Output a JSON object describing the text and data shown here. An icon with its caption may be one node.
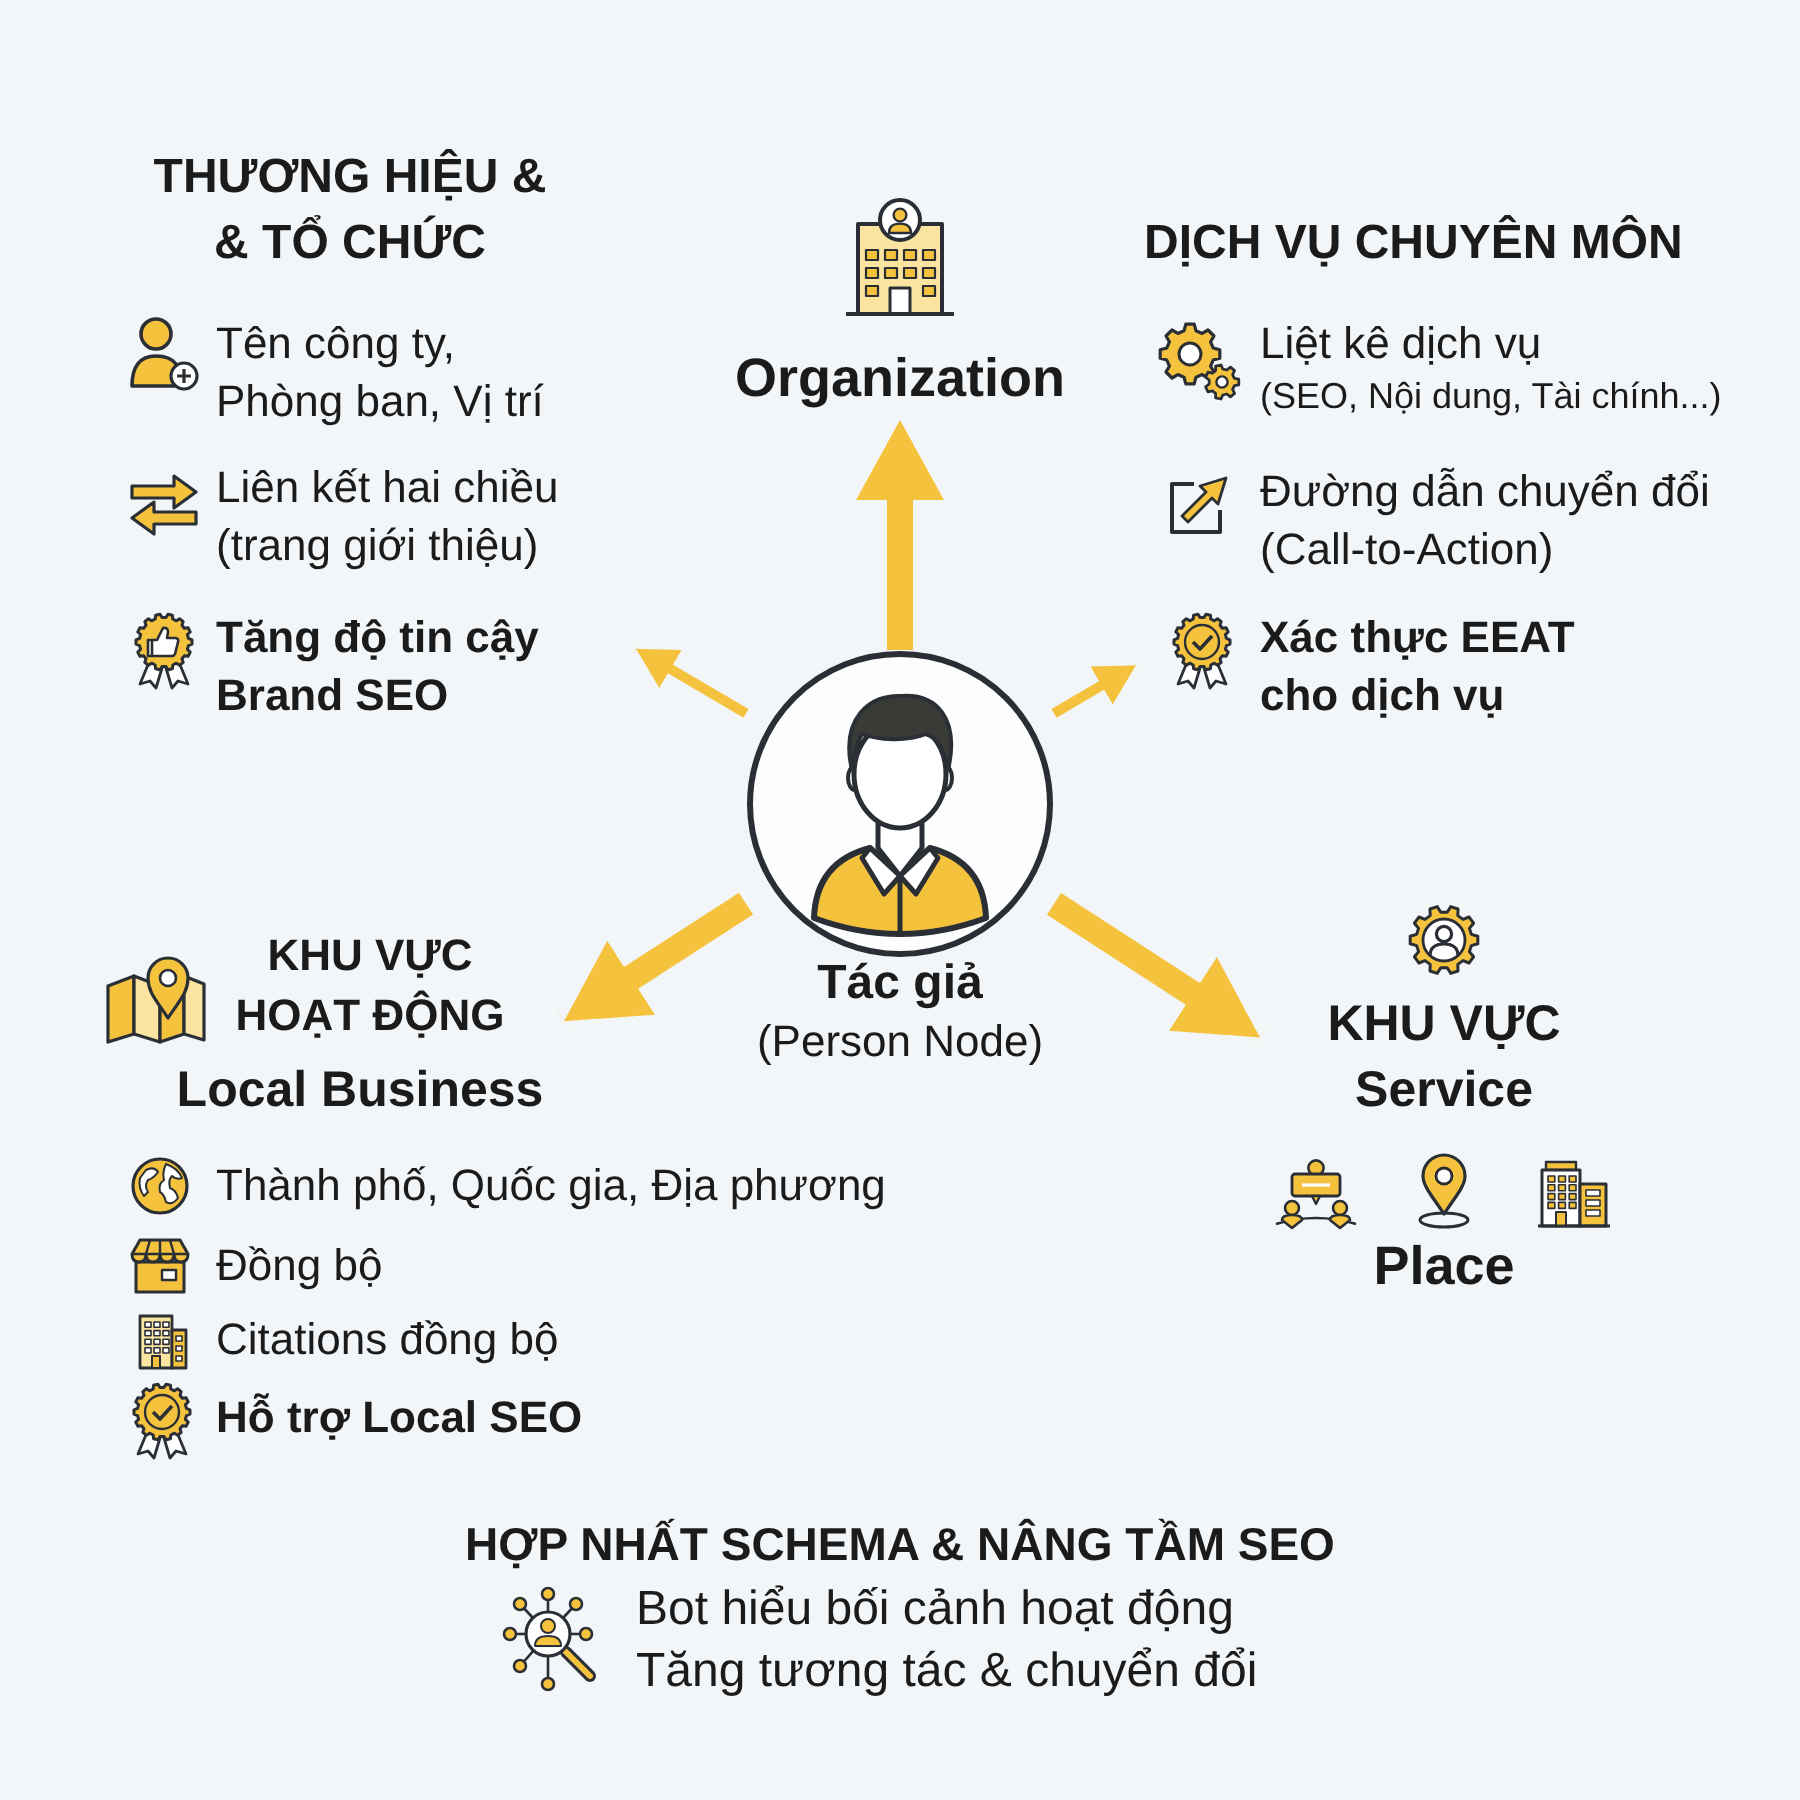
{
  "diagram": {
    "nodes": [
      {
        "text": [
          "Tác giả",
          "(Person Node)"
        ]
      },
      {
        "text": [
          "Organization"
        ]
      },
      {
        "text": [
          "THƯƠNG HIỆU & & TỔ CHỨC",
          "Tên công ty, Phòng ban, Vị trí",
          "Liên kết hai chiều (trang giới thiệu)",
          "Tăng độ tin cậy Brand SEO"
        ]
      },
      {
        "text": [
          "DỊCH VỤ CHUYÊN MÔN",
          "Liệt kê dịch vụ",
          "(SEO, Nội dung, Tài chính...)",
          "Đường dẫn chuyển đổi (Call-to-Action)",
          "Xác thực EEAT cho dịch vụ"
        ]
      },
      {
        "text": [
          "KHU VỰC HOẠT ĐỘNG",
          "Local Business"
        ],
        "beside": [
          "Thành phố, Quốc gia, Địa phương",
          "Đồng bộ",
          "Citations đồng bộ",
          "Hỗ trợ Local SEO"
        ]
      },
      {
        "text": [
          "KHU VỰC Service",
          "Place"
        ]
      }
    ],
    "edges": [
      {
        "from": 0,
        "to": 1,
        "arrow": "to"
      },
      {
        "from": 0,
        "to": 2,
        "arrow": "to"
      },
      {
        "from": 0,
        "to": 3,
        "arrow": "to"
      },
      {
        "from": 0,
        "to": 4,
        "arrow": "to"
      },
      {
        "from": 0,
        "to": 5,
        "arrow": "to"
      }
    ],
    "labels": [
      "HỢP NHẤT SCHEMA & NÂNG TẦM SEO",
      "Bot hiểu bối cảnh hoạt động",
      "Tăng tương tác & chuyển đổi"
    ]
  }
}
